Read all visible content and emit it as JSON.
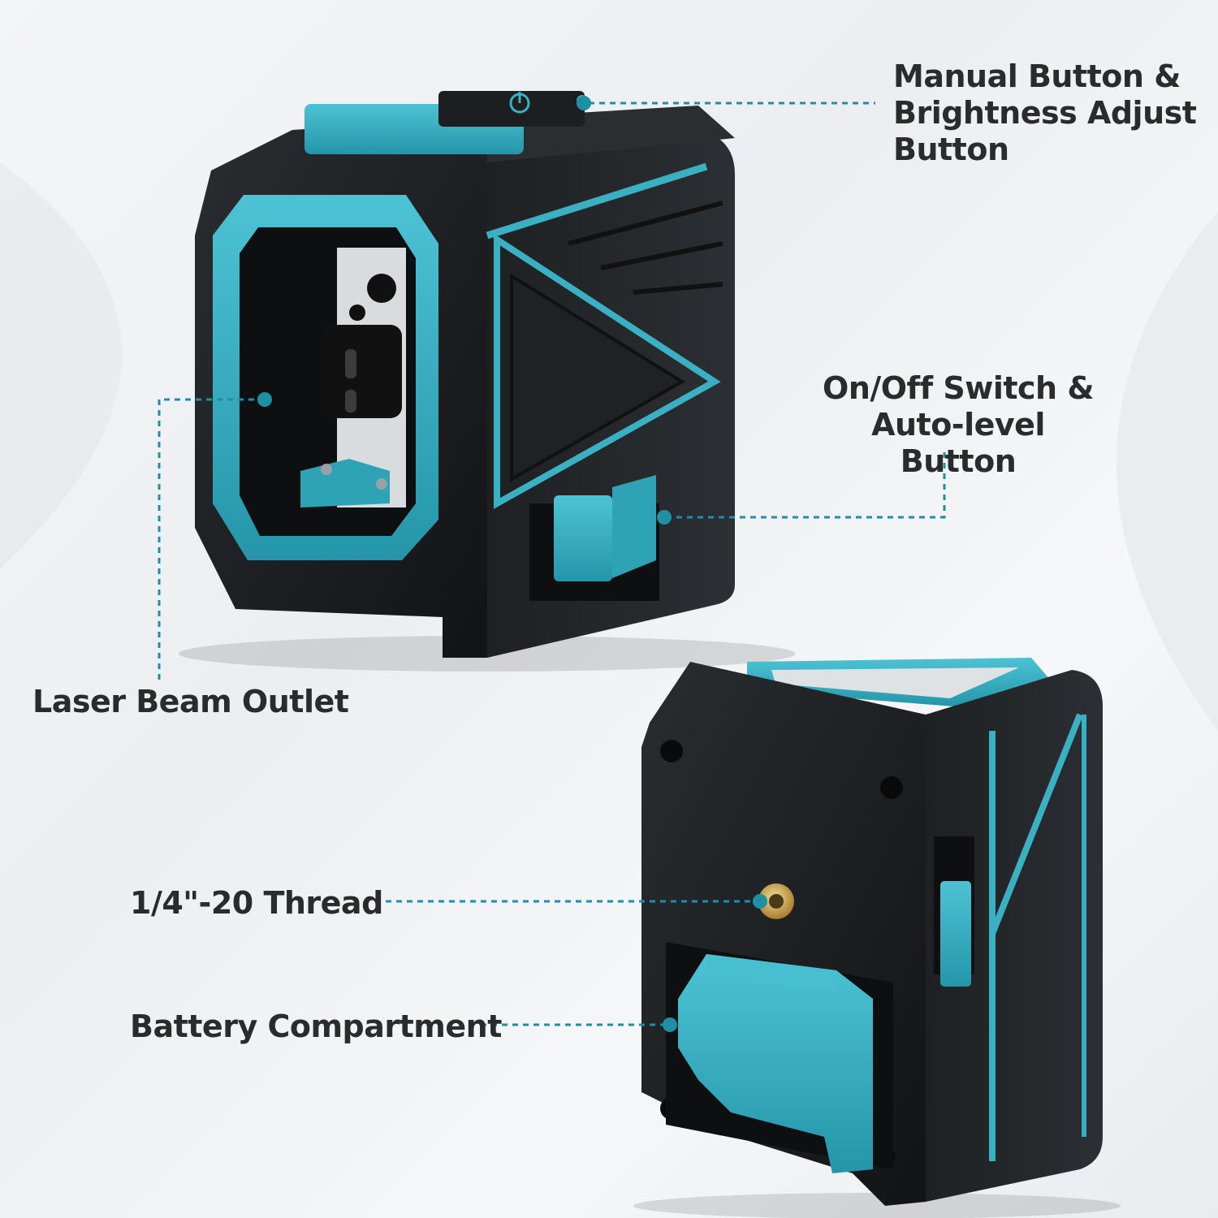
{
  "colors": {
    "accent": "#3ab0c3",
    "accent_dark": "#1f8fa3",
    "body": "#1b1d1f",
    "body_light": "#2a2d30",
    "text": "#2b2b2b",
    "metal": "#d9dcdf",
    "brass": "#c9a24a"
  },
  "callouts": {
    "manual_button": [
      "Manual Button &",
      "Brightness Adjust",
      "Button"
    ],
    "on_off_switch": [
      "On/Off Switch &",
      "Auto-level Button"
    ],
    "laser_outlet": "Laser Beam Outlet",
    "thread": "1/4\"-20 Thread",
    "battery": "Battery Compartment"
  },
  "icons": {
    "power": "power-icon"
  }
}
